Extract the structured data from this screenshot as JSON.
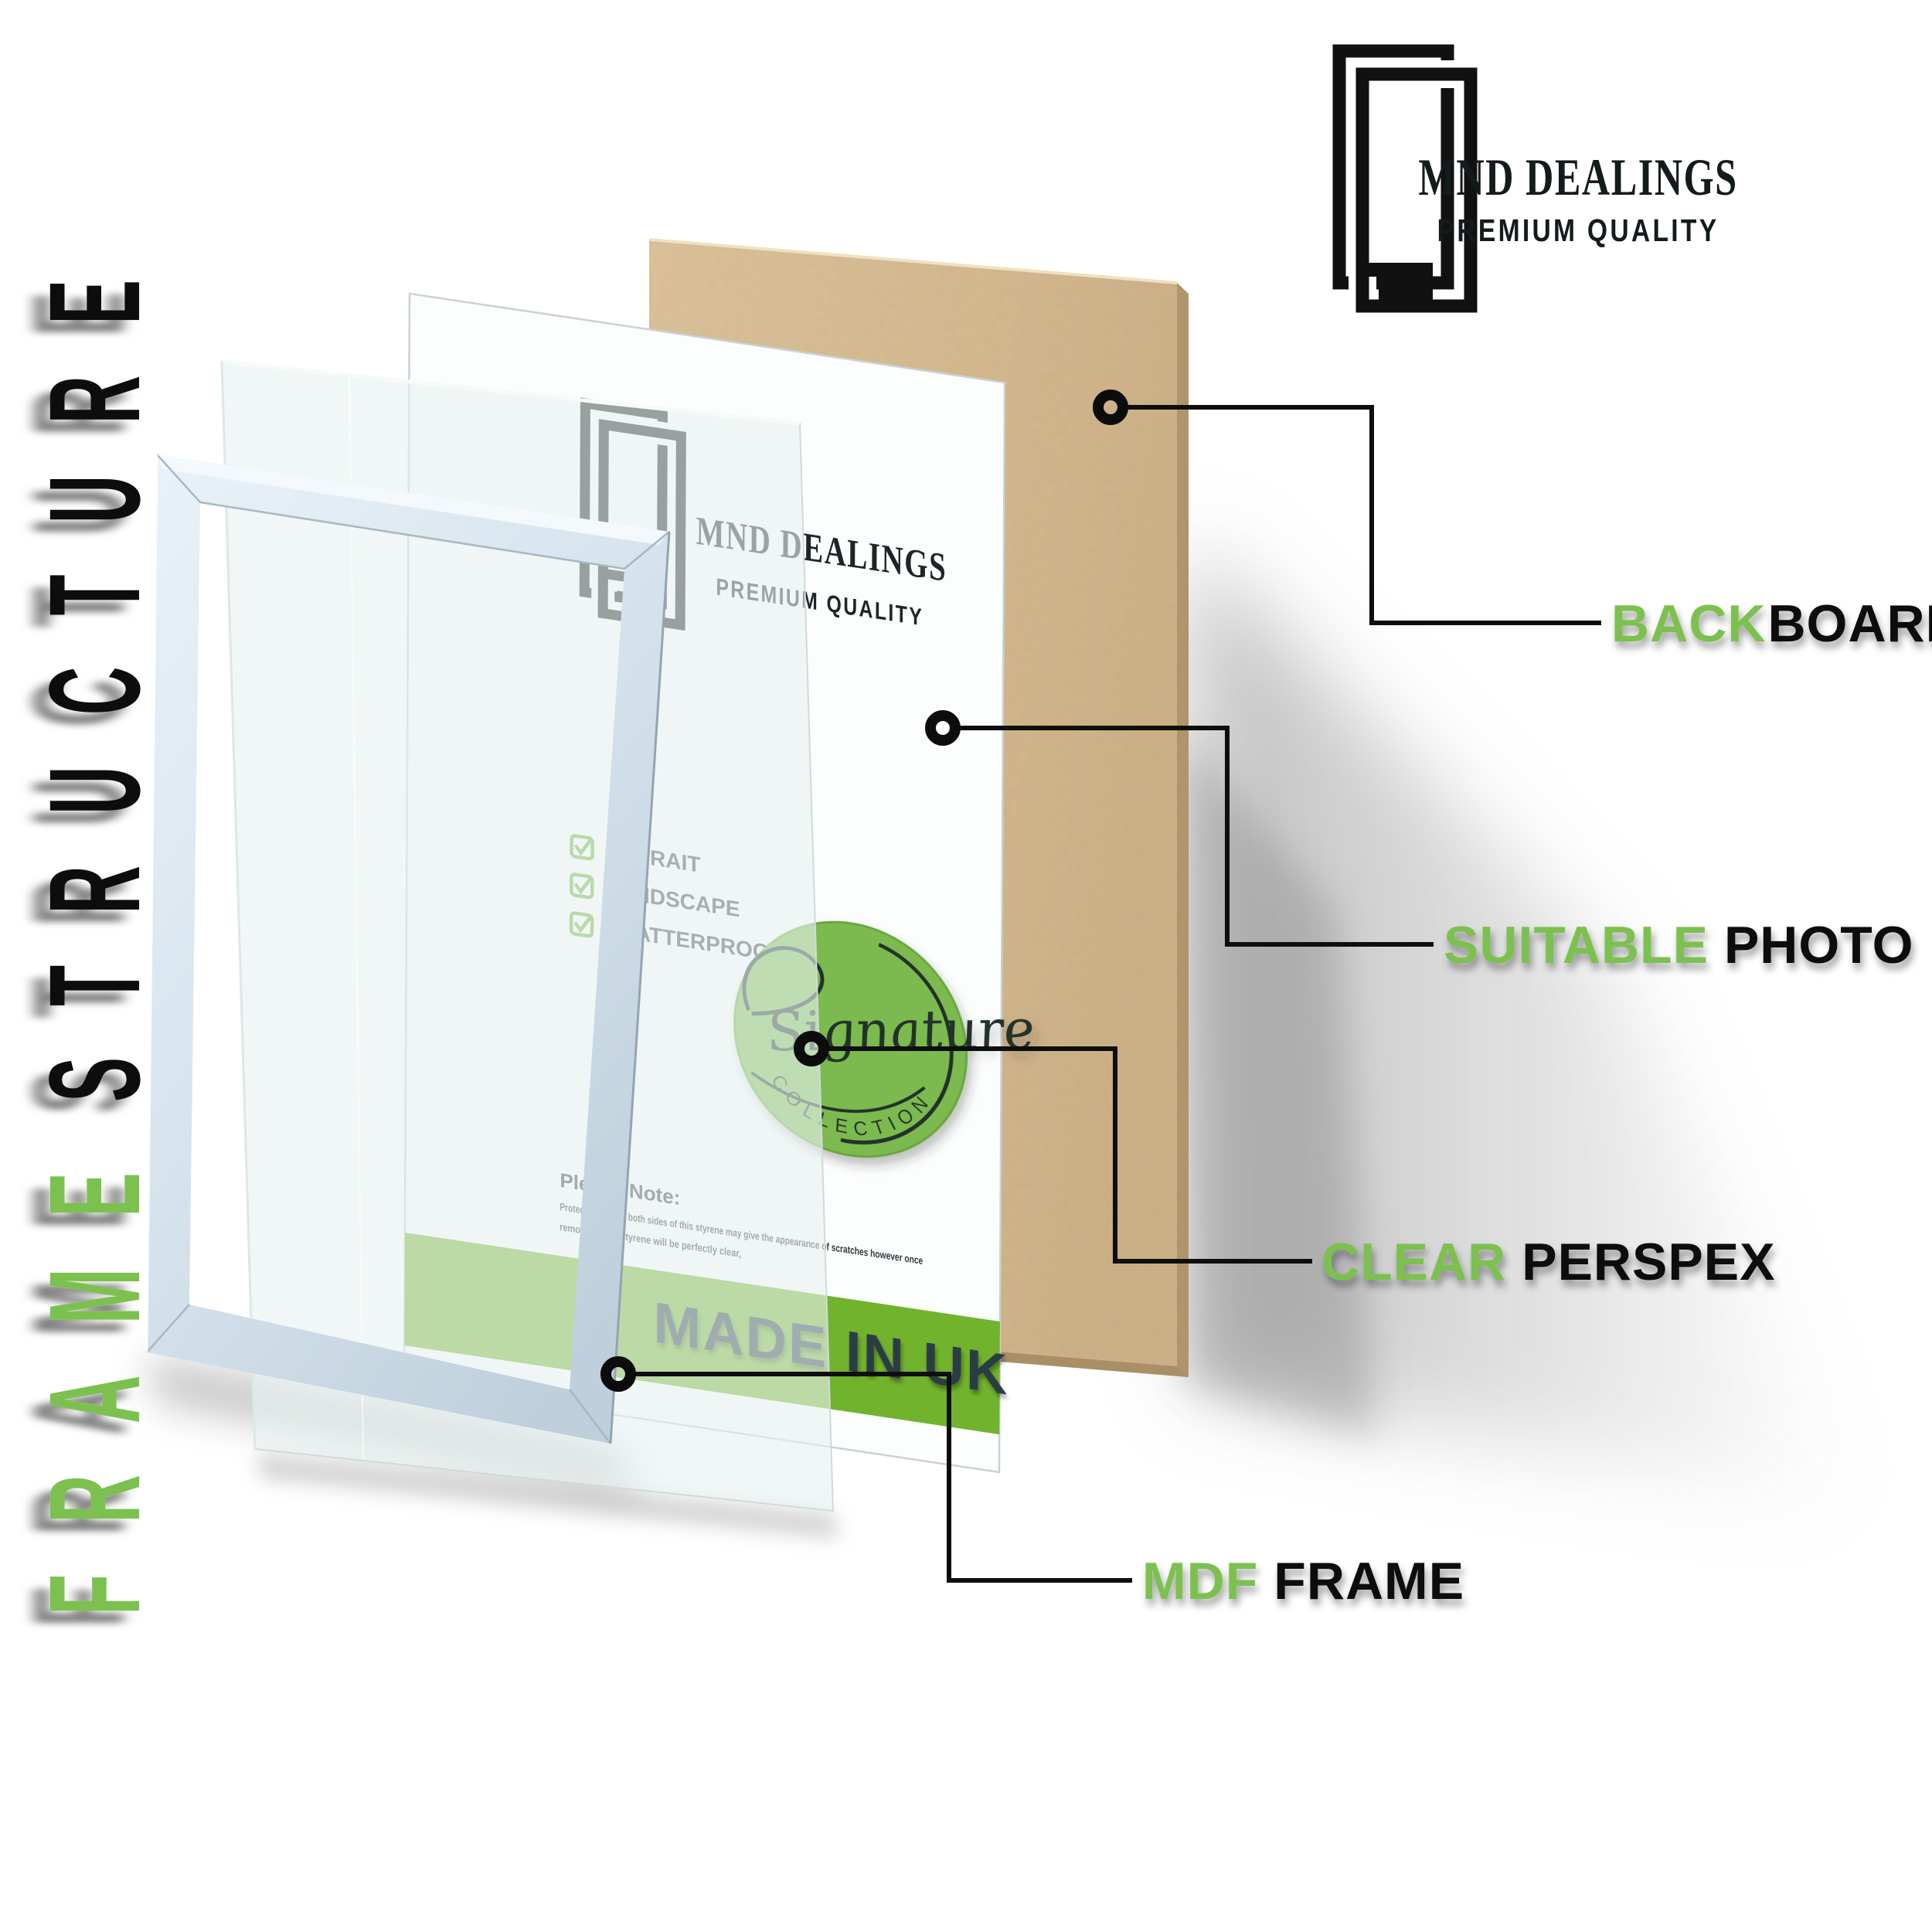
{
  "brand": {
    "name": "MND DEALINGS",
    "tagline": "PREMIUM QUALITY"
  },
  "vertical_title": {
    "green_word": "FRAME",
    "black_word": "STRUCTURE"
  },
  "callouts": [
    {
      "green": "BACK",
      "black": "BOARD"
    },
    {
      "green": "SUITABLE",
      "black": "PHOTO"
    },
    {
      "green": "CLEAR",
      "black": "PERSPEX"
    },
    {
      "green": "MDF",
      "black": "FRAME"
    }
  ],
  "sheet": {
    "logo_name": "MND DEALINGS",
    "logo_tagline": "PREMIUM QUALITY",
    "checklist": [
      "POTRAIT",
      "LANDSCAPE",
      "SHATTERPROOF STYRENE"
    ],
    "note_title": "Please Note:",
    "note_lines": [
      "Protective film on both sides of this styrene may give the appearance of scratches however once",
      "removed, your styrene will be perfectly clear,"
    ],
    "banner": "MADE IN UK",
    "stamp": {
      "script": "Signature",
      "arc": "COLLECTION"
    }
  },
  "colors": {
    "accent_green": "#7cc14f",
    "banner_green": "#72b32d",
    "stamp_green": "#7cba4f",
    "check_green": "#6cb43d",
    "label_black": "#0d0d0d",
    "board_tan": "#d8bc93",
    "frame_silver": "#dce8f1"
  }
}
